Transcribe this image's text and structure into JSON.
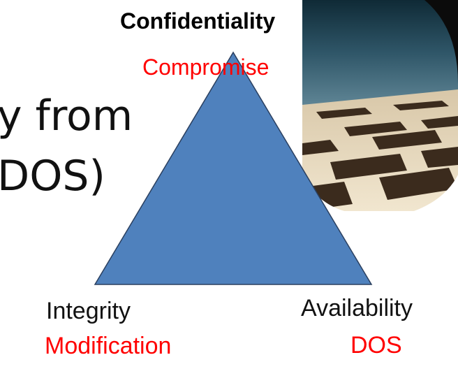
{
  "background_text": {
    "line1": "y from",
    "line2": "DOS)"
  },
  "triad": {
    "top": {
      "title": "Confidentiality",
      "sub": "Compromise"
    },
    "left": {
      "title": "Integrity",
      "sub": "Modification"
    },
    "right": {
      "title": "Availability",
      "sub": "DOS"
    }
  },
  "colors": {
    "triangle_fill": "#4f81bd",
    "triangle_stroke": "#2a3f5f",
    "accent_red": "#ff0000"
  }
}
